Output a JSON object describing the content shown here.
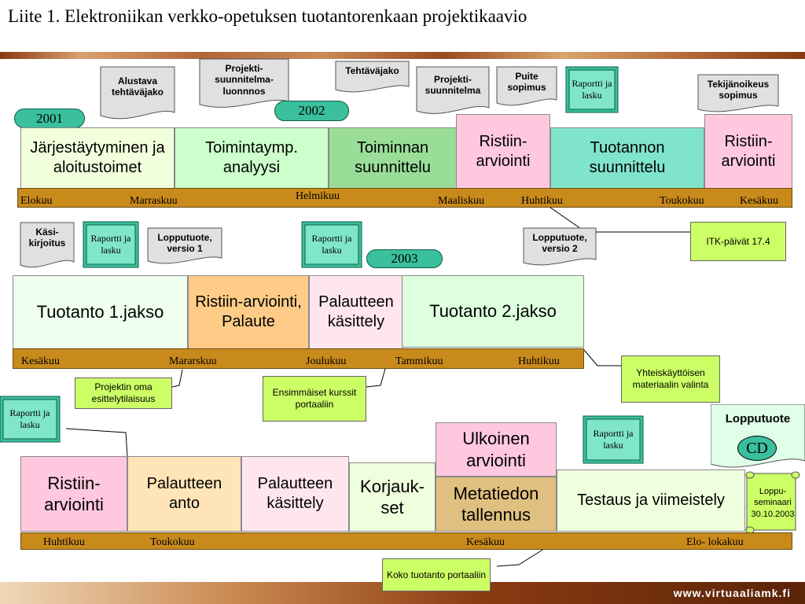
{
  "title": "Liite 1. Elektroniikan verkko-opetuksen tuotantorenkaan projektikaavio",
  "footer_site": "www.virtuaaliamk.fi",
  "colors": {
    "timeline": "#c98a1c",
    "teal": "#3ac09c",
    "note": "#ccff66"
  },
  "row1": {
    "documents": {
      "alustava": "Alustava tehtäväjako",
      "projektisuunnitelma_luonnos": "Projekti-suunnitelma-luonnnos",
      "tehtavajako": "Tehtäväjako",
      "projektisuunnitelma": "Projekti-suunnitelma",
      "puite": "Puite sopimus",
      "tekijanoikeus": "Tekijänoikeus sopimus"
    },
    "raportti": "Raportti ja lasku",
    "year_2001": "2001",
    "year_2002": "2002",
    "phases": {
      "p1": "Järjestäytyminen ja aloitustoimet",
      "p2": "Toimintaymp. analyysi",
      "p3": "Toiminnan suunnittelu",
      "p4": "Ristiin-arviointi",
      "p5": "Tuotannon suunnittelu",
      "p6": "Ristiin-arviointi"
    },
    "timeline": {
      "m1": "Elokuu",
      "m2": "Marraskuu",
      "m3": "Helmikuu",
      "m4": "Maaliskuu",
      "m5": "Huhtikuu",
      "m6": "Toukokuu",
      "m7": "Kesäkuu"
    },
    "itk_note": "ITK-päivät 17.4"
  },
  "row2": {
    "documents": {
      "kasikirjoitus": "Käsi-kirjoitus",
      "lopputuote1": "Lopputuote, versio 1",
      "lopputuote2": "Lopputuote, versio 2"
    },
    "raportti_a": "Raportti ja lasku",
    "raportti_b": "Raportti ja lasku",
    "year_2003": "2003",
    "phases": {
      "p1": "Tuotanto 1.jakso",
      "p2": "Ristiin-arviointi, Palaute",
      "p3": "Palautteen käsittely",
      "p4": "Tuotanto 2.jakso"
    },
    "timeline": {
      "m1": "Kesäkuu",
      "m2": "Mararskuu",
      "m3": "Joulukuu",
      "m4": "Tammikuu",
      "m5": "Huhtikuu"
    },
    "note_esittely": "Projektin oma esittelytilaisuus",
    "note_kurssit": "Ensimmäiset kurssit portaaliin",
    "note_yhteis": "Yhteiskäyttöisen materiaalin valinta"
  },
  "row3": {
    "raportti_a": "Raportti ja lasku",
    "raportti_b": "Raportti ja lasku",
    "phases": {
      "p1": "Ristiin-arviointi",
      "p2": "Palautteen anto",
      "p3": "Palautteen käsittely",
      "p4": "Korjauk-set",
      "p5a": "Ulkoinen arviointi",
      "p5b": "Metatiedon tallennus",
      "p6": "Testaus ja viimeistely"
    },
    "lopputuote": "Lopputuote",
    "cd": "CD",
    "seminaari": "Loppu-seminaari 30.10.2003",
    "timeline": {
      "m1": "Huhtikuu",
      "m2": "Toukokuu",
      "m3": "Kesäkuu",
      "m4": "Elo- lokakuu"
    },
    "note_koko": "Koko tuotanto portaaliin"
  }
}
